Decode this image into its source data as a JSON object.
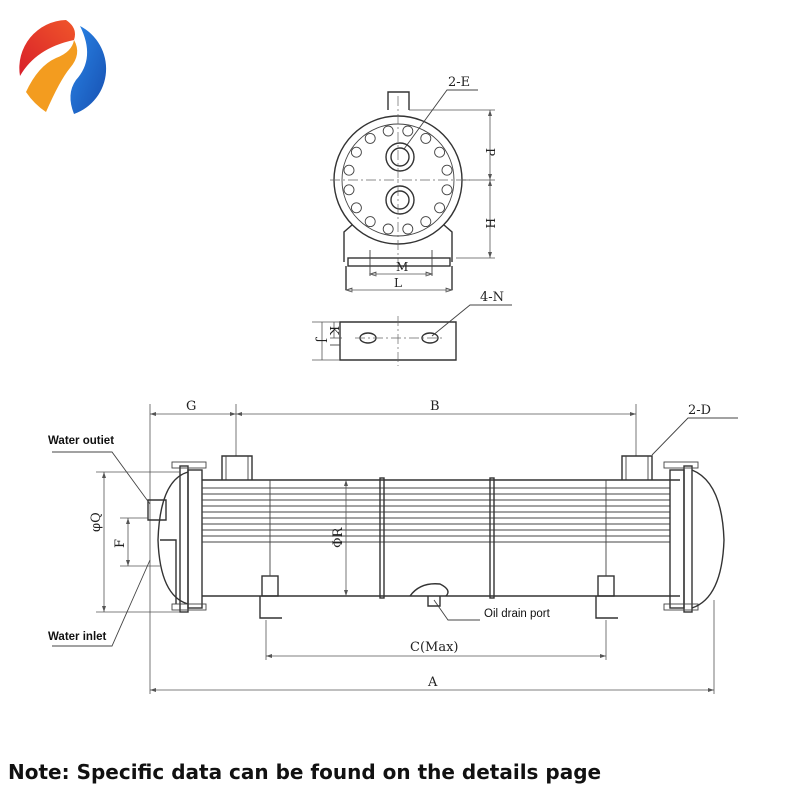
{
  "logo": {
    "name": "brand-logo",
    "colors": {
      "red": "#e3262b",
      "orange": "#f39c1f",
      "blue": "#1f6fd1"
    }
  },
  "end_view": {
    "labels": {
      "e": "2-E",
      "p": "P",
      "h": "H",
      "m": "M",
      "l": "L"
    }
  },
  "foot_view": {
    "labels": {
      "n": "4-N",
      "k": "K",
      "j": "J"
    }
  },
  "side_view": {
    "labels": {
      "g": "G",
      "b": "B",
      "d": "2-D",
      "q": "φQ",
      "f": "F",
      "r": "ΦR",
      "c": "C(Max)",
      "a": "A"
    },
    "callouts": {
      "water_outlet": "Water outiet",
      "water_inlet": "Water inlet",
      "oil_drain": "Oil drain port"
    }
  },
  "note": "Note: Specific data can be found on the details page"
}
